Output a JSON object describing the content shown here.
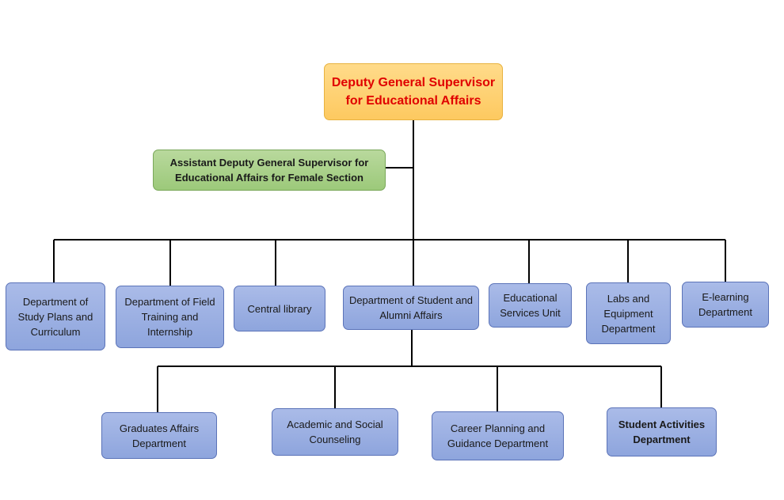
{
  "top": {
    "label": "Deputy General Supervisor for Educational Affairs",
    "color": "#e00000"
  },
  "assistant": {
    "label": "Assistant Deputy General Supervisor for Educational Affairs for Female Section"
  },
  "departments": [
    {
      "label": "Department of Study Plans and Curriculum"
    },
    {
      "label": "Department of Field Training and Internship"
    },
    {
      "label": "Central library"
    },
    {
      "label": "Department of Student and Alumni Affairs"
    },
    {
      "label": "Educational Services Unit"
    },
    {
      "label": "Labs and Equipment Department"
    },
    {
      "label": "E-learning Department"
    }
  ],
  "sub_departments": [
    {
      "label": "Graduates Affairs Department"
    },
    {
      "label": "Academic and Social Counseling"
    },
    {
      "label": "Career Planning and Guidance Department"
    },
    {
      "label": "Student Activities Department"
    }
  ],
  "colors": {
    "top_fill": "#fdc960",
    "assistant_fill": "#9cc97a",
    "dept_fill": "#8ea5dd",
    "connector": "#000000"
  }
}
